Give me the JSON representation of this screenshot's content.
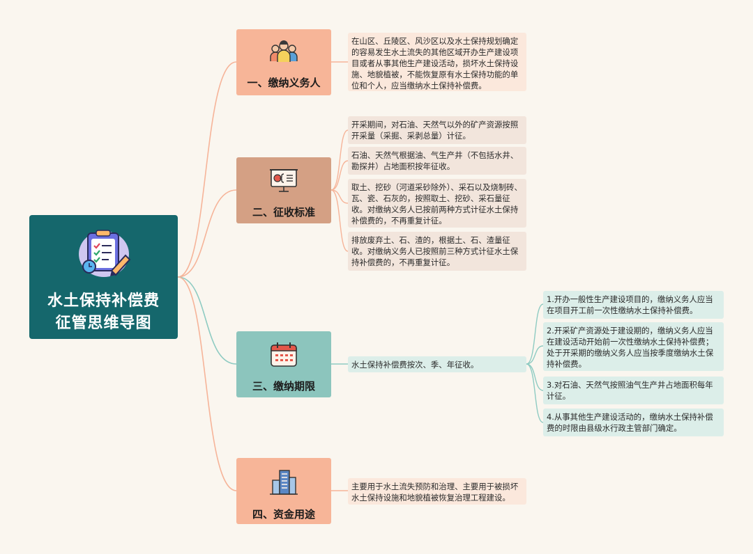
{
  "root": {
    "line1": "水土保持补偿费",
    "line2": "征管思维导图"
  },
  "branches": [
    {
      "label": "一、缴纳义务人",
      "icon": "people-group-icon",
      "leaves": [
        "在山区、丘陵区、风沙区以及水土保持规划确定的容易发生水土流失的其他区域开办生产建设项目或者从事其他生产建设活动，损坏水土保持设施、地貌植被，不能恢复原有水土保持功能的单位和个人，应当缴纳水土保持补偿费。"
      ]
    },
    {
      "label": "二、征收标准",
      "icon": "presentation-board-icon",
      "leaves": [
        "开采期间，对石油、天然气以外的矿产资源按照开采量（采掘、采剥总量）计征。",
        "石油、天然气根据油、气生产井（不包括水井、勘探井）占地面积按年征收。",
        "取土、挖砂（河道采砂除外）、采石以及烧制砖、瓦、瓷、石灰的，按照取土、挖砂、采石量征收。对缴纳义务人已按前两种方式计征水土保持补偿费的，不再重复计征。",
        "排放废弃土、石、渣的，根据土、石、渣量征收。对缴纳义务人已按照前三种方式计征水土保持补偿费的，不再重复计征。"
      ]
    },
    {
      "label": "三、缴纳期限",
      "icon": "calendar-icon",
      "leaves": [
        "水土保持补偿费按次、季、年征收。"
      ],
      "subleaves": [
        "1.开办一般性生产建设项目的，缴纳义务人应当在项目开工前一次性缴纳水土保持补偿费。",
        "2.开采矿产资源处于建设期的，缴纳义务人应当在建设活动开始前一次性缴纳水土保持补偿费；处于开采期的缴纳义务人应当按季度缴纳水土保持补偿费。",
        "3.对石油、天然气按照油气生产井占地面积每年计征。",
        "4.从事其他生产建设活动的，缴纳水土保持补偿费的时限由县级水行政主管部门确定。"
      ]
    },
    {
      "label": "四、资金用途",
      "icon": "building-icon",
      "leaves": [
        "主要用于水土流失预防和治理、主要用于被损坏水土保持设施和地貌植被恢复治理工程建设。"
      ]
    }
  ],
  "colors": {
    "root": "#15676c",
    "branch_peach": "#f7b598",
    "branch_tan": "#d4a084",
    "branch_teal": "#8cc5bd",
    "leaf_peach": "#fbe8dc",
    "leaf_tan": "#f2e5dc",
    "leaf_mint": "#dceee9",
    "line_peach": "#f6b499",
    "line_teal": "#8ecbc2",
    "background": "#faf6ef"
  }
}
